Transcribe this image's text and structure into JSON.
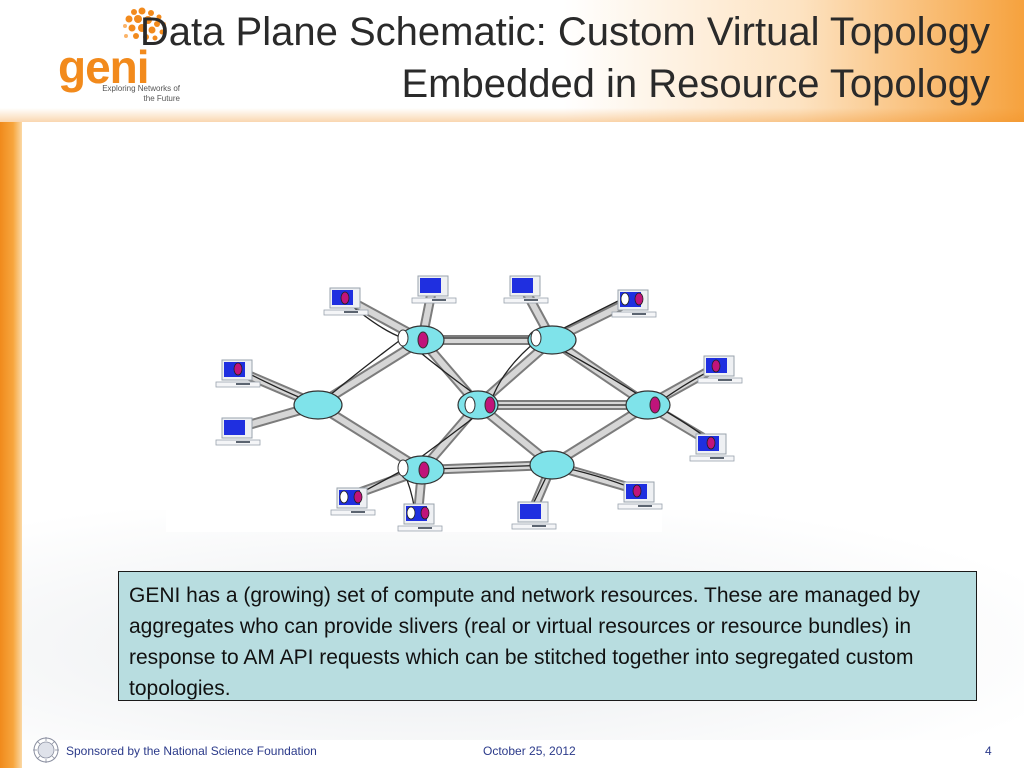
{
  "slide": {
    "title": "Data Plane Schematic: Custom Virtual Topology Embedded in Resource Topology",
    "logo_text": "geni",
    "logo_tagline": "Exploring Networks of the Future",
    "body_text": "GENI has a (growing) set of compute and network resources. These are managed by aggregates who can provide slivers (real or virtual resources or resource bundles) in response to AM API requests which can be stitched together into segregated custom topologies.",
    "colors": {
      "accent_orange": "#f08a1c",
      "switch_fill": "#7fe3ea",
      "pc_screen": "#1f2fe0",
      "node_magenta": "#c0147a",
      "infobox_fill": "#b8dde0"
    }
  },
  "footer": {
    "sponsor": "Sponsored by the National Science Foundation",
    "date": "October 25, 2012",
    "page_number": "4"
  }
}
